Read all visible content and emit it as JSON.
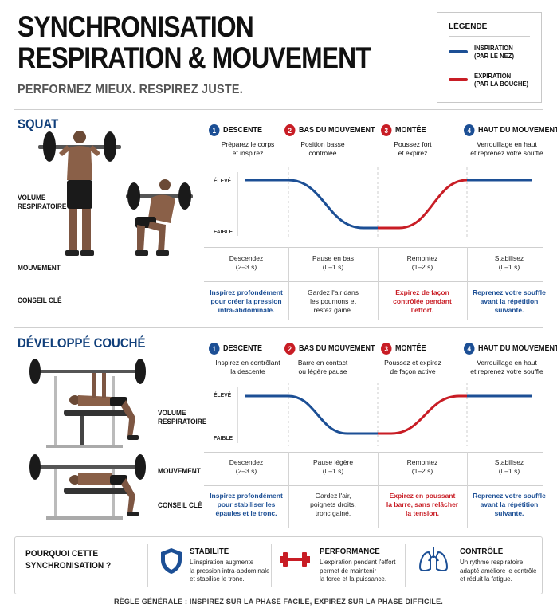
{
  "header": {
    "title_line1": "SYNCHRONISATION",
    "title_line2": "RESPIRATION & MOUVEMENT",
    "subtitle": "PERFORMEZ MIEUX. RESPIREZ JUSTE."
  },
  "legend": {
    "title": "LÉGENDE",
    "items": [
      {
        "line1": "INSPIRATION",
        "line2": "(PAR LE NEZ)",
        "color": "#1c4f95"
      },
      {
        "line1": "EXPIRATION",
        "line2": "(PAR LA BOUCHE)",
        "color": "#c81d25"
      }
    ]
  },
  "colors": {
    "blue": "#1c4f95",
    "red": "#c81d25"
  },
  "axis": {
    "high": "ÉLEVÉ",
    "low": "FAIBLE"
  },
  "squat": {
    "title": "SQUAT",
    "label_volume": "VOLUME\nRESPIRATOIRE",
    "label_movement": "MOUVEMENT",
    "label_tip": "CONSEIL CLÉ",
    "phases": [
      {
        "num": "1",
        "name": "DESCENTE",
        "desc": "Préparez le corps\net inspirez",
        "badge": "blue"
      },
      {
        "num": "2",
        "name": "BAS DU MOUVEMENT",
        "desc": "Position basse\ncontrôlée",
        "badge": "red"
      },
      {
        "num": "3",
        "name": "MONTÉE",
        "desc": "Poussez fort\net expirez",
        "badge": "red"
      },
      {
        "num": "4",
        "name": "HAUT DU MOUVEMENT",
        "desc": "Verrouillage en haut\net reprenez votre souffle",
        "badge": "blue"
      }
    ],
    "movement": [
      "Descendez\n(2–3 s)",
      "Pause en bas\n(0–1 s)",
      "Remontez\n(1–2 s)",
      "Stabilisez\n(0–1 s)"
    ],
    "tips": [
      {
        "text": "Inspirez profondément\npour créer la pression\nintra-abdominale.",
        "color": "blue"
      },
      {
        "text": "Gardez l'air dans\nles poumons et\nrestez gainé.",
        "color": "black"
      },
      {
        "text": "Expirez de façon\ncontrôlée pendant\nl'effort.",
        "color": "red"
      },
      {
        "text": "Reprenez votre souffle\navant la répétition\nsuivante.",
        "color": "blue"
      }
    ]
  },
  "bench": {
    "title": "DÉVELOPPÉ COUCHÉ",
    "label_volume": "VOLUME\nRESPIRATOIRE",
    "label_movement": "MOUVEMENT",
    "label_tip": "CONSEIL CLÉ",
    "phases": [
      {
        "num": "1",
        "name": "DESCENTE",
        "desc": "Inspirez en contrôlant\nla descente",
        "badge": "blue"
      },
      {
        "num": "2",
        "name": "BAS DU MOUVEMENT",
        "desc": "Barre en contact\nou légère pause",
        "badge": "red"
      },
      {
        "num": "3",
        "name": "MONTÉE",
        "desc": "Poussez et expirez\nde façon active",
        "badge": "red"
      },
      {
        "num": "4",
        "name": "HAUT DU MOUVEMENT",
        "desc": "Verrouillage en haut\net reprenez votre souffle",
        "badge": "blue"
      }
    ],
    "movement": [
      "Descendez\n(2–3 s)",
      "Pause légère\n(0–1 s)",
      "Remontez\n(1–2 s)",
      "Stabilisez\n(0–1 s)"
    ],
    "tips": [
      {
        "text": "Inspirez profondément\npour stabiliser les\népaules et le tronc.",
        "color": "blue"
      },
      {
        "text": "Gardez l'air,\npoignets droits,\ntronc gainé.",
        "color": "black"
      },
      {
        "text": "Expirez en poussant\nla barre, sans relâcher\nla tension.",
        "color": "red"
      },
      {
        "text": "Reprenez votre souffle\navant la répétition\nsuivante.",
        "color": "blue"
      }
    ]
  },
  "why": {
    "title": "POURQUOI CETTE\nSYNCHRONISATION ?",
    "benefits": [
      {
        "title": "STABILITÉ",
        "text": "L'inspiration augmente\nla pression intra-abdominale\net stabilise le tronc.",
        "icon": "shield-icon"
      },
      {
        "title": "PERFORMANCE",
        "text": "L'expiration pendant l'effort\npermet de maintenir\nla force et la puissance.",
        "icon": "dumbbell-icon"
      },
      {
        "title": "CONTRÔLE",
        "text": "Un rythme respiratoire\nadapté améliore le contrôle\net réduit la fatigue.",
        "icon": "lungs-icon"
      }
    ]
  },
  "footer": "RÈGLE GÉNÉRALE : INSPIREZ SUR LA PHASE FACILE, EXPIREZ SUR LA PHASE DIFFICILE."
}
